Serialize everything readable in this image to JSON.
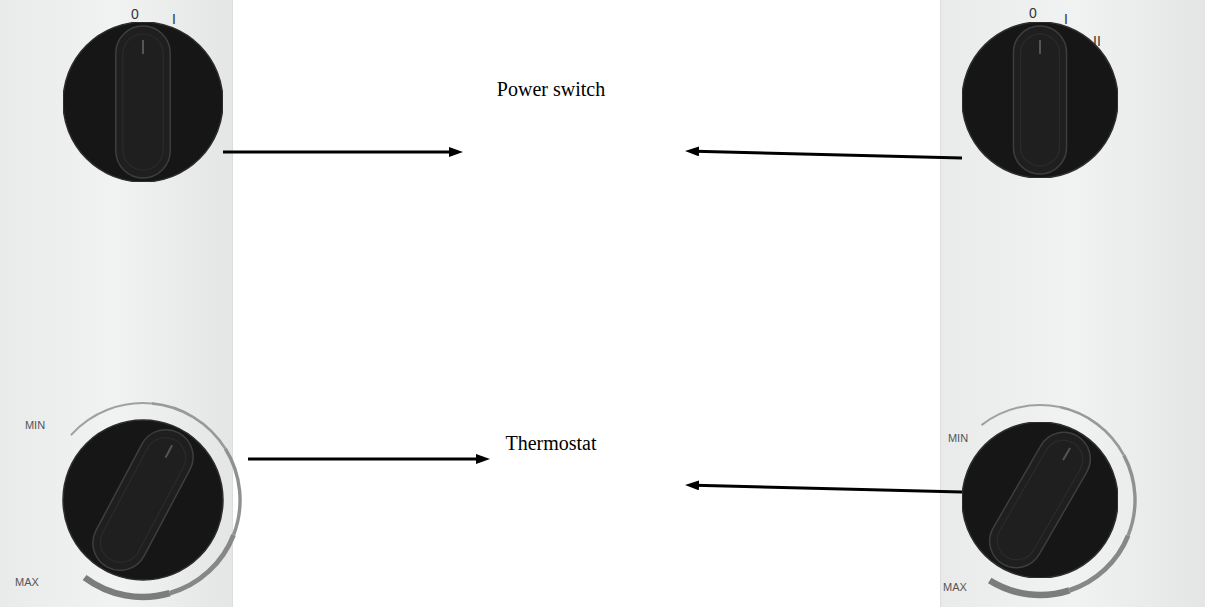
{
  "diagram": {
    "nodes": [
      {
        "text": [
          "0",
          "I"
        ]
      },
      {
        "text": [
          "Power switch"
        ]
      },
      {
        "text": [
          "0",
          "I",
          "II"
        ]
      },
      {
        "text": [
          "MIN",
          "MAX"
        ]
      },
      {
        "text": [
          "Thermostat"
        ]
      },
      {
        "text": [
          "MIN",
          "MAX"
        ]
      }
    ],
    "edges": [
      {
        "from": 0,
        "to": 1,
        "arrow": "to"
      },
      {
        "from": 2,
        "to": 1,
        "arrow": "to"
      },
      {
        "from": 3,
        "to": 4,
        "arrow": "to"
      },
      {
        "from": 5,
        "to": 4,
        "arrow": "to"
      }
    ]
  }
}
